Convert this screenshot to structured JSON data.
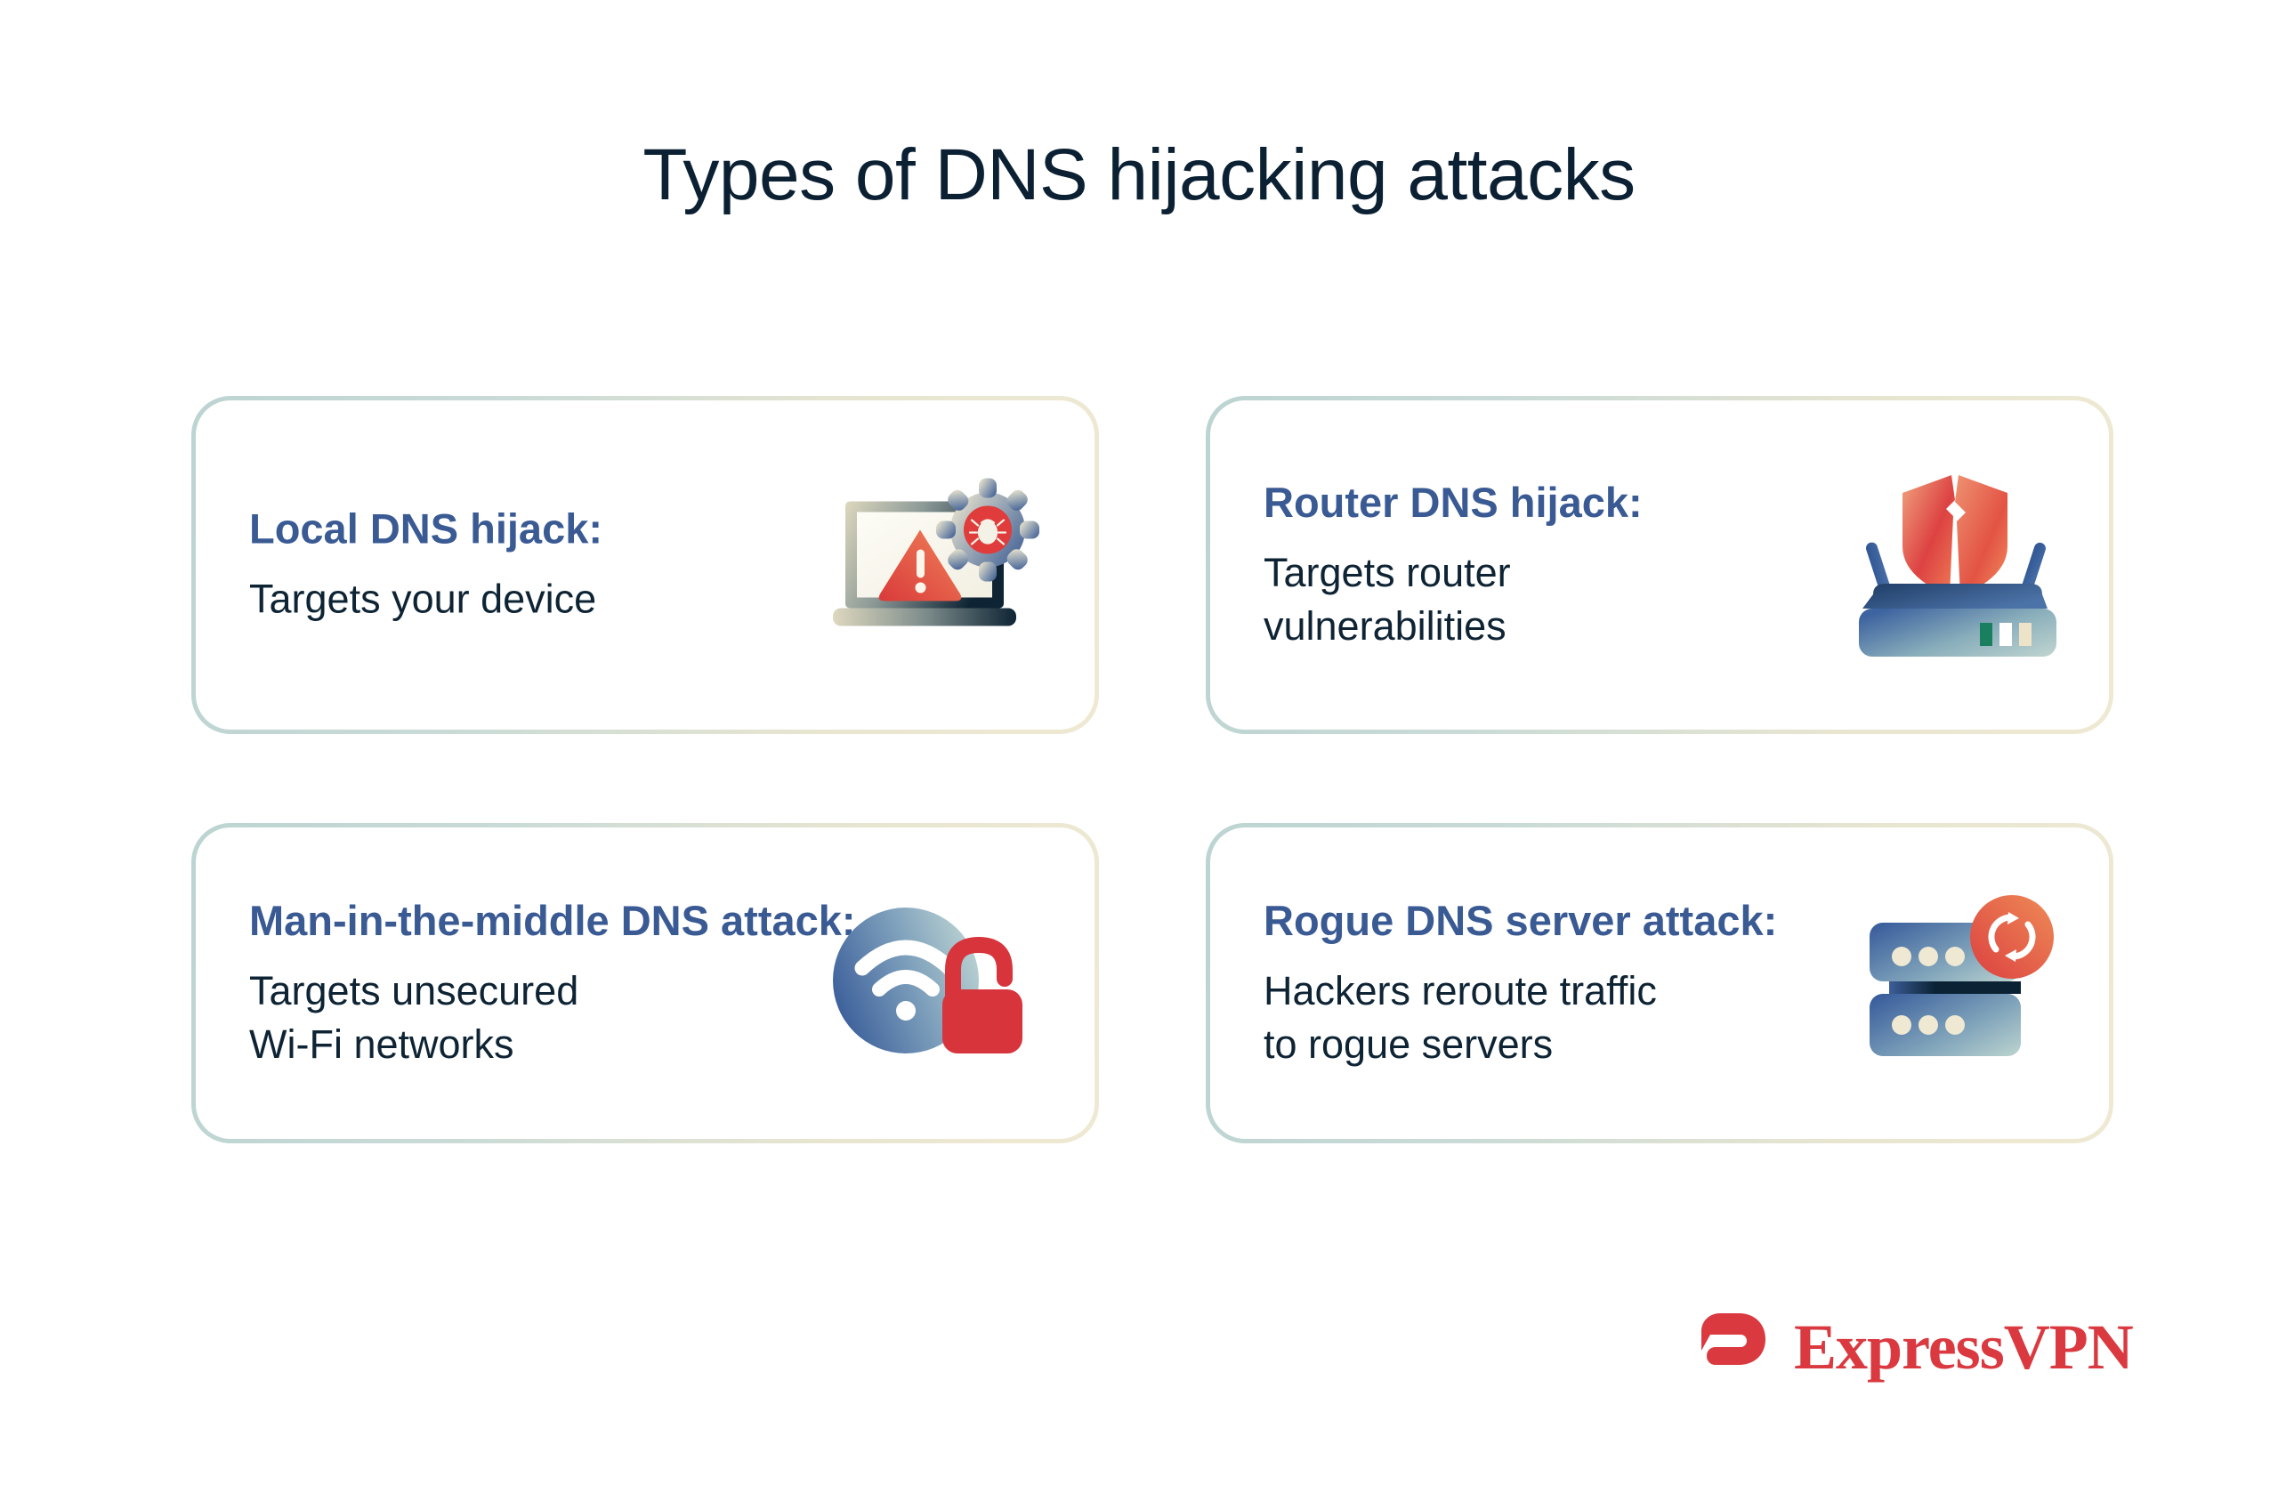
{
  "title": "Types of DNS hijacking attacks",
  "colors": {
    "title_text": "#0B2133",
    "card_heading": "#3A5A94",
    "card_body": "#0E2434",
    "border_start": "#BCD4D2",
    "border_end": "#EFE9D3",
    "brand_red": "#DA3940",
    "accent_red": "#E03C3C",
    "accent_orange": "#ED7552",
    "accent_blue": "#3A5A94",
    "accent_teal": "#AFCCC9",
    "page_background": "#FFFFFF"
  },
  "cards": [
    {
      "heading": "Local DNS hijack:",
      "body": "Targets your device",
      "icon_name": "laptop-warning-bug-gear-icon"
    },
    {
      "heading": "Router DNS hijack:",
      "body": "Targets router\nvulnerabilities",
      "icon_name": "router-broken-shield-icon"
    },
    {
      "heading": "Man-in-the-middle DNS attack:",
      "body": "Targets unsecured\nWi-Fi networks",
      "icon_name": "wifi-open-padlock-icon"
    },
    {
      "heading": "Rogue DNS server attack:",
      "body": "Hackers reroute traffic\nto rogue servers",
      "icon_name": "server-stack-refresh-icon"
    }
  ],
  "logo": {
    "text": "ExpressVPN",
    "mark_name": "expressvpn-e-mark-icon"
  }
}
